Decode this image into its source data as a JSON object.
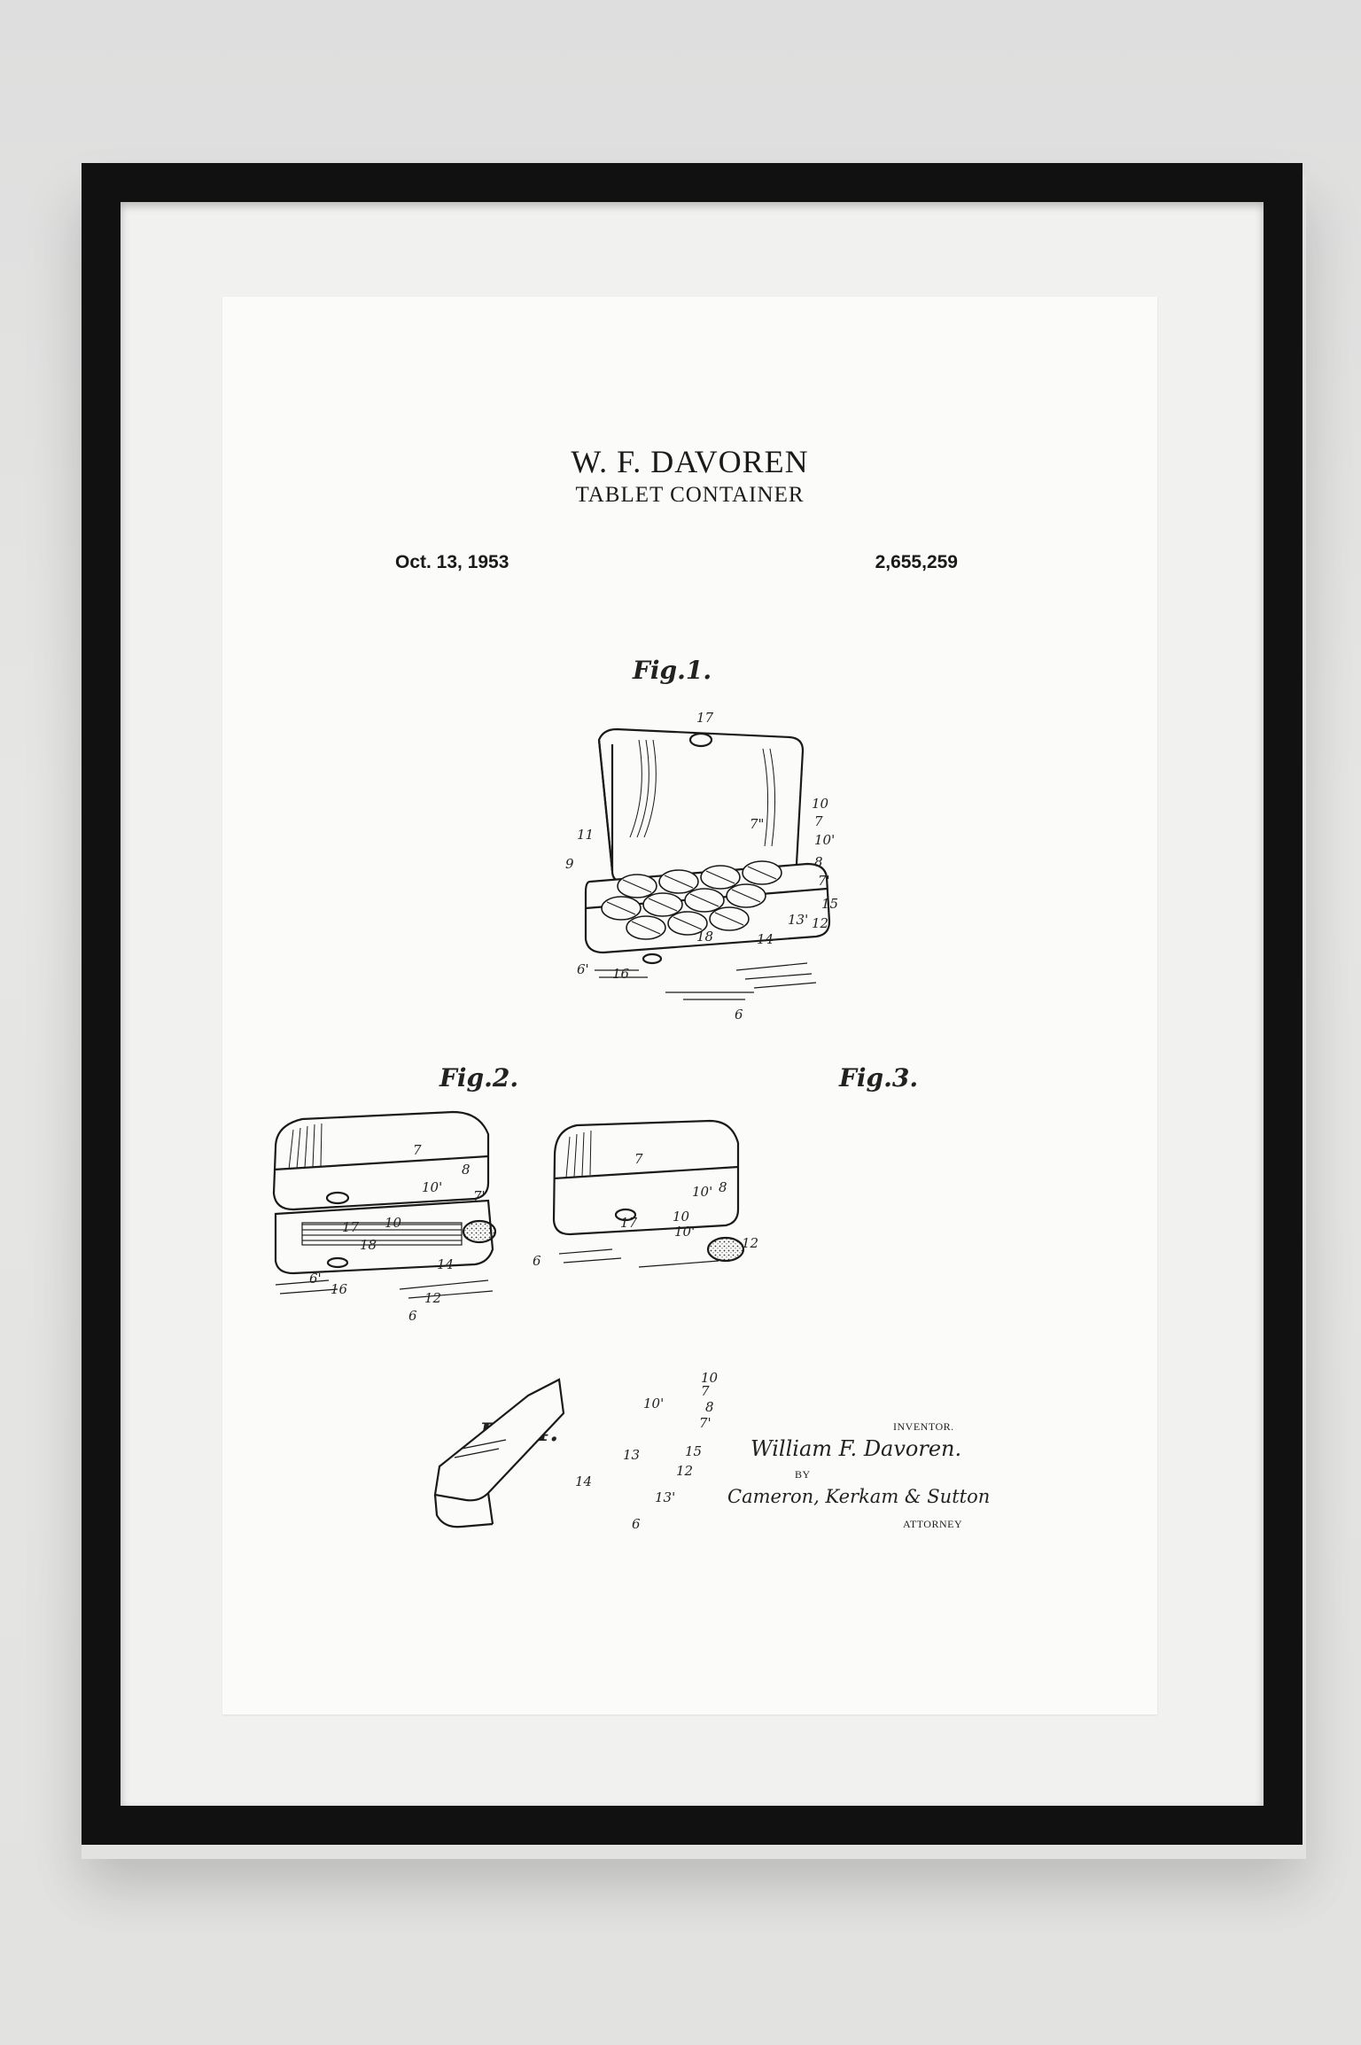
{
  "patent": {
    "inventor_header": "W. F. DAVOREN",
    "title": "TABLET CONTAINER",
    "date": "Oct. 13, 1953",
    "number": "2,655,259"
  },
  "figures": {
    "fig1": "Fig.1.",
    "fig2": "Fig.2.",
    "fig3": "Fig.3.",
    "fig4": "Fig.4."
  },
  "signature_block": {
    "inventor_label": "INVENTOR.",
    "inventor_signature": "William F. Davoren.",
    "by_label": "BY",
    "attorney_signature": "Cameron, Kerkam & Sutton",
    "attorney_label": "ATTORNEY"
  },
  "part_numbers": {
    "fig1": [
      "17",
      "10",
      "7\"",
      "7",
      "10'",
      "11",
      "9",
      "8",
      "7'",
      "15",
      "12",
      "13'",
      "14",
      "18",
      "6'",
      "16",
      "6"
    ],
    "fig2": [
      "7",
      "8",
      "10'",
      "7'",
      "17",
      "10",
      "18",
      "14",
      "6'",
      "16",
      "12",
      "6"
    ],
    "fig3": [
      "7",
      "10'",
      "8",
      "10",
      "10'",
      "12",
      "17",
      "6"
    ],
    "fig4": [
      "10",
      "7",
      "10'",
      "8",
      "7'",
      "15",
      "13",
      "12",
      "14",
      "13'",
      "6"
    ]
  }
}
